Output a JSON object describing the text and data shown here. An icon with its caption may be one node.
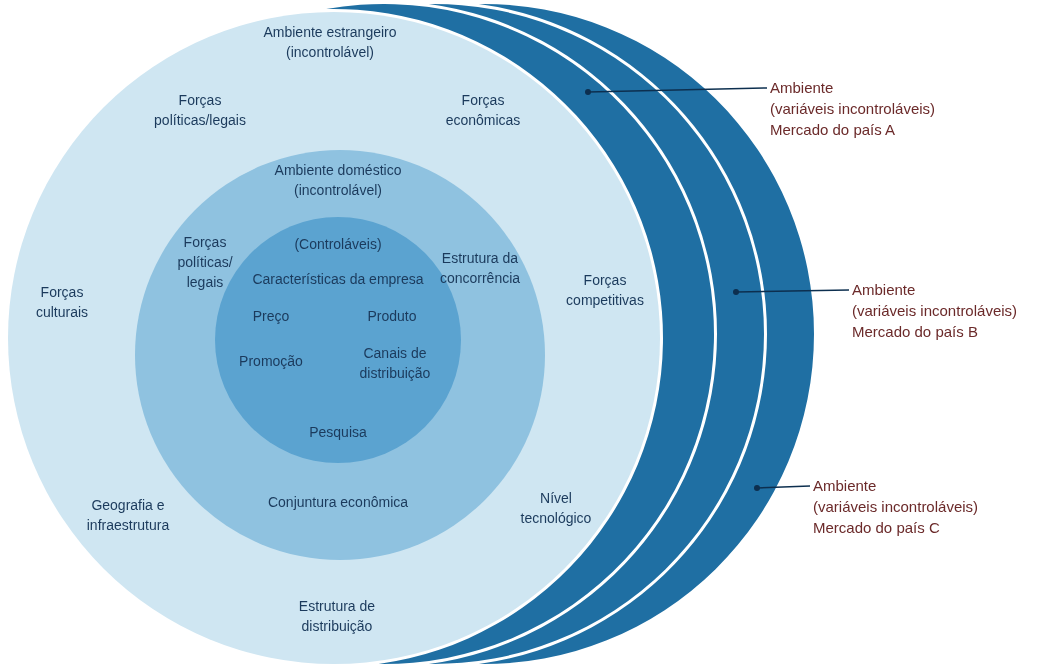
{
  "diagram": {
    "nodes": [
      {
        "text": [
          "Ambiente estrangeiro (incontrolável)",
          "Forças políticas/legais",
          "Forças econômicas",
          "Forças culturais",
          "Forças competitivas",
          "Geografia e infraestrutura",
          "Nível tecnológico",
          "Estrutura de distribuição"
        ]
      },
      {
        "text": [
          "Ambiente doméstico (incontrolável)",
          "Forças políticas/ legais",
          "Estrutura da concorrência",
          "Conjuntura econômica"
        ],
        "in": 0
      },
      {
        "text": [
          "(Controláveis)",
          "Características da empresa",
          "Preço",
          "Produto",
          "Promoção",
          "Canais de distribuição",
          "Pesquisa"
        ],
        "in": 1
      },
      {
        "text": [],
        "shape": "band"
      },
      {
        "text": [],
        "shape": "band"
      },
      {
        "text": [],
        "shape": "band"
      },
      {
        "text": [
          "Ambiente",
          "(variáveis incontroláveis)",
          "Mercado do país A"
        ]
      },
      {
        "text": [
          "Ambiente",
          "(variáveis incontroláveis)",
          "Mercado do país B"
        ]
      },
      {
        "text": [
          "Ambiente",
          "(variáveis incontroláveis)",
          "Mercado do país C"
        ]
      }
    ],
    "edges": [
      {
        "from": 6,
        "to": 3,
        "arrow": "other"
      },
      {
        "from": 7,
        "to": 4,
        "arrow": "other"
      },
      {
        "from": 8,
        "to": 5,
        "arrow": "other"
      }
    ]
  }
}
